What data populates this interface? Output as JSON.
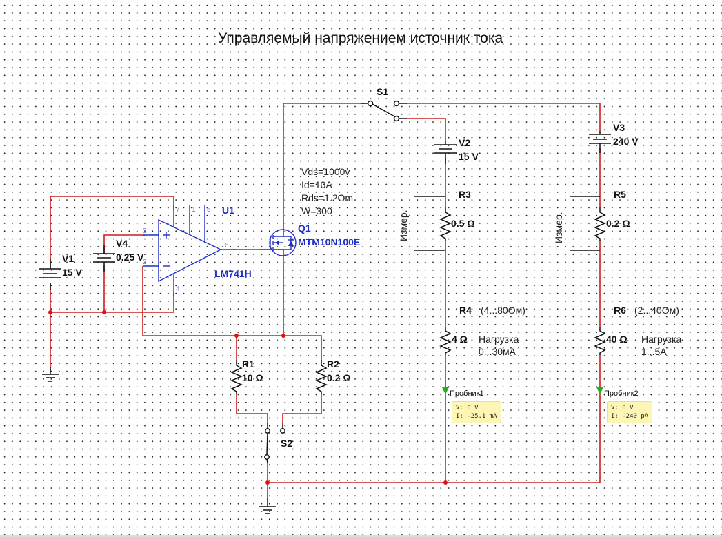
{
  "title": "Управляемый напряжением источник тока",
  "colors": {
    "wire": "#cc1e1e",
    "component": "#1e2fc8",
    "probe_arrow": "#22b022",
    "probe_bg": "#fdf6b4"
  },
  "components": {
    "v1": {
      "ref": "V1",
      "value": "15 V"
    },
    "v4": {
      "ref": "V4",
      "value": "0.25 V"
    },
    "v2": {
      "ref": "V2",
      "value": "15 V"
    },
    "v3": {
      "ref": "V3",
      "value": "240 V"
    },
    "u1": {
      "ref": "U1",
      "model": "LM741H",
      "pins": {
        "p7": "7",
        "p1": "1",
        "p5": "5",
        "p3": "3",
        "p2": "2",
        "p6": "6",
        "p4": "4"
      },
      "plus": "+",
      "minus": "−"
    },
    "q1": {
      "ref": "Q1",
      "model": "MTM10N100E",
      "params": [
        "Vds=1000v",
        "Id=10A",
        "Rds=1.2Om",
        "W=300"
      ]
    },
    "s1": {
      "ref": "S1"
    },
    "s2": {
      "ref": "S2"
    },
    "r1": {
      "ref": "R1",
      "value": "10 Ω"
    },
    "r2": {
      "ref": "R2",
      "value": "0.2 Ω"
    },
    "r3": {
      "ref": "R3",
      "value": "0.5 Ω",
      "measure_label": "Измер."
    },
    "r5": {
      "ref": "R5",
      "value": "0.2 Ω",
      "measure_label": "Измер."
    },
    "r4": {
      "ref": "R4",
      "range": "(4...80Ом)",
      "value": "4 Ω",
      "note_line1": "Нагрузка",
      "note_line2": "0...30мА"
    },
    "r6": {
      "ref": "R6",
      "range": "(2...40Ом)",
      "value": "40 Ω",
      "note_line1": "Нагрузка",
      "note_line2": "1...5A"
    }
  },
  "probes": [
    {
      "name": "Пробник1",
      "voltage": "V: 0 V",
      "current": "I: -25.1 mA"
    },
    {
      "name": "Пробник2",
      "voltage": "V: 0 V",
      "current": "I: -240 pA"
    }
  ]
}
